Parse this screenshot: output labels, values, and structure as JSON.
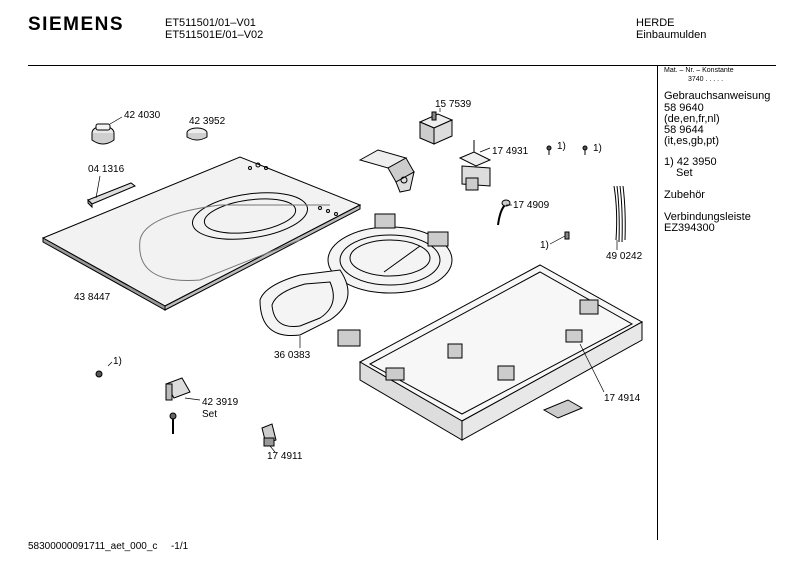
{
  "header": {
    "brand": "SIEMENS",
    "model_line_1": "ET511501/01–V01",
    "model_line_2": "ET511501E/01–V02",
    "category_line_1": "HERDE",
    "category_line_2": "Einbaumulden"
  },
  "sidebar": {
    "mat_header": "Mat. – Nr. – Konstante",
    "mat_value": "3740 . . . . .",
    "manual_label": "Gebrauchsanweisung",
    "manual_1_number": "58 9640",
    "manual_1_langs": "(de,en,fr,nl)",
    "manual_2_number": "58 9644",
    "manual_2_langs": "(it,es,gb,pt)",
    "note_number": "1) 42 3950",
    "note_set": "Set",
    "accessories_label": "Zubehör",
    "connector_label": "Verbindungsleiste",
    "connector_code": "EZ394300"
  },
  "parts": {
    "knob": "42 4030",
    "cap": "42 3952",
    "strip": "04 1316",
    "glass_top": "43 8447",
    "thermostat": "15 7539",
    "switch": "17 4931",
    "screw_note_a": "1)",
    "screw_note_b": "1)",
    "cable_plug": "17 4909",
    "wire_harness": "49 0242",
    "screw_note_c": "1)",
    "heating_element": "36 0383",
    "base_tray_clip": "17 4914",
    "screw_note_d": "1)",
    "bracket_set": "42 3919",
    "bracket_set_label": "Set",
    "clamp": "17 4911"
  },
  "footer": {
    "doc_id": "58300000091711_aet_000_c",
    "page": "-1/1"
  }
}
